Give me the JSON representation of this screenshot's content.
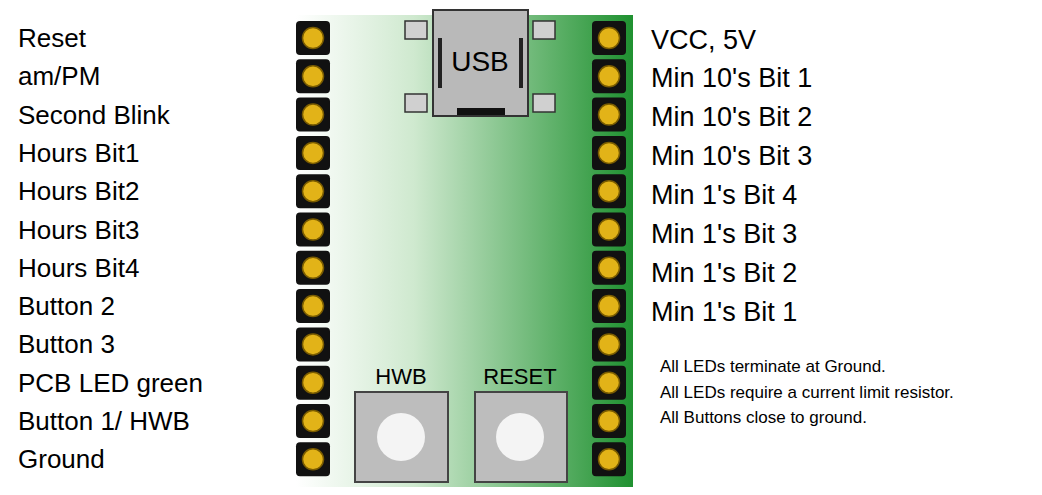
{
  "diagram": {
    "nodes": [
      {
        "text": [
          "USB"
        ]
      },
      {
        "text": [
          "HWB"
        ]
      },
      {
        "text": [
          "RESET"
        ]
      }
    ],
    "labels": [
      "Reset",
      "am/PM",
      "Second Blink",
      "Hours Bit1",
      "Hours Bit2",
      "Hours Bit3",
      "Hours Bit4",
      "Button 2",
      "Button 3",
      "PCB LED green",
      "Button 1/ HWB",
      "Ground",
      "VCC, 5V",
      "Min 10's Bit 1",
      "Min 10's Bit 2",
      "Min 10's Bit 3",
      "Min 1's Bit 4",
      "Min 1's Bit 3",
      "Min 1's Bit 2",
      "Min 1's Bit 1",
      "All LEDs  terminate at Ground.",
      "All LEDs require a current limit resistor.",
      "All Buttons close to ground."
    ]
  }
}
